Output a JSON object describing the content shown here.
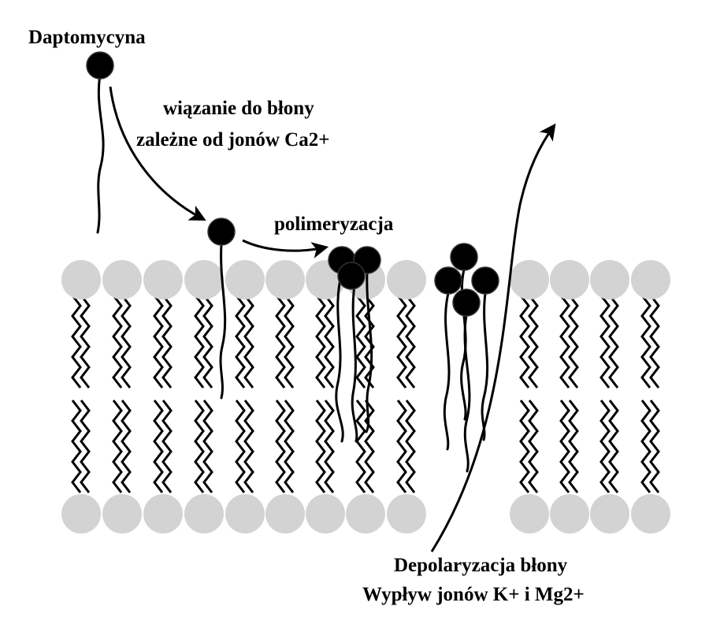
{
  "labels": {
    "drug": "Daptomycyna",
    "binding_line1": "wiązanie do błony",
    "binding_line2": "zależne od jonów Ca2+",
    "polymerization": "polimeryzacja",
    "effect_line1": "Depolaryzacja błony",
    "effect_line2": "Wypływ jonów K+ i Mg2+"
  },
  "colors": {
    "head": "#d3d3d3",
    "molecule": "#000000",
    "line": "#000000",
    "background": "#ffffff"
  }
}
